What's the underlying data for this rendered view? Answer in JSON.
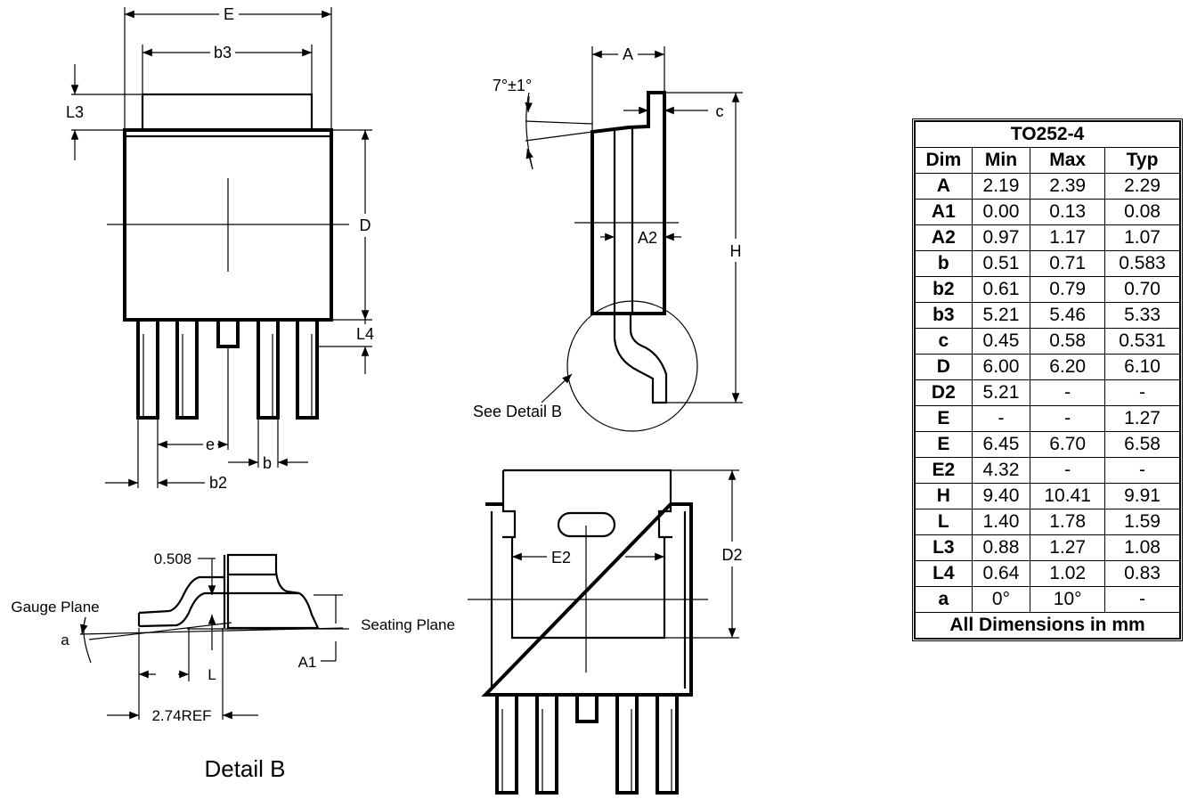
{
  "drawing_labels": {
    "E": "E",
    "b3": "b3",
    "L3": "L3",
    "D": "D",
    "L4": "L4",
    "e": "e",
    "b": "b",
    "b2": "b2",
    "A": "A",
    "angle": "7°±1°",
    "c": "c",
    "A2": "A2",
    "H": "H",
    "see_detail": "See Detail B",
    "D2": "D2",
    "E2": "E2",
    "gauge_value": "0.508",
    "gauge_plane": "Gauge Plane",
    "a": "a",
    "seating_plane": "Seating Plane",
    "A1": "A1",
    "L": "L",
    "ref": "2.74REF",
    "detail_title": "Detail B"
  },
  "table": {
    "title": "TO252-4",
    "headers": [
      "Dim",
      "Min",
      "Max",
      "Typ"
    ],
    "rows": [
      [
        "A",
        "2.19",
        "2.39",
        "2.29"
      ],
      [
        "A1",
        "0.00",
        "0.13",
        "0.08"
      ],
      [
        "A2",
        "0.97",
        "1.17",
        "1.07"
      ],
      [
        "b",
        "0.51",
        "0.71",
        "0.583"
      ],
      [
        "b2",
        "0.61",
        "0.79",
        "0.70"
      ],
      [
        "b3",
        "5.21",
        "5.46",
        "5.33"
      ],
      [
        "c",
        "0.45",
        "0.58",
        "0.531"
      ],
      [
        "D",
        "6.00",
        "6.20",
        "6.10"
      ],
      [
        "D2",
        "5.21",
        "-",
        "-"
      ],
      [
        "E",
        "-",
        "-",
        "1.27"
      ],
      [
        "E",
        "6.45",
        "6.70",
        "6.58"
      ],
      [
        "E2",
        "4.32",
        "-",
        "-"
      ],
      [
        "H",
        "9.40",
        "10.41",
        "9.91"
      ],
      [
        "L",
        "1.40",
        "1.78",
        "1.59"
      ],
      [
        "L3",
        "0.88",
        "1.27",
        "1.08"
      ],
      [
        "L4",
        "0.64",
        "1.02",
        "0.83"
      ],
      [
        "a",
        "0°",
        "10°",
        "-"
      ]
    ],
    "footer": "All Dimensions in mm"
  }
}
